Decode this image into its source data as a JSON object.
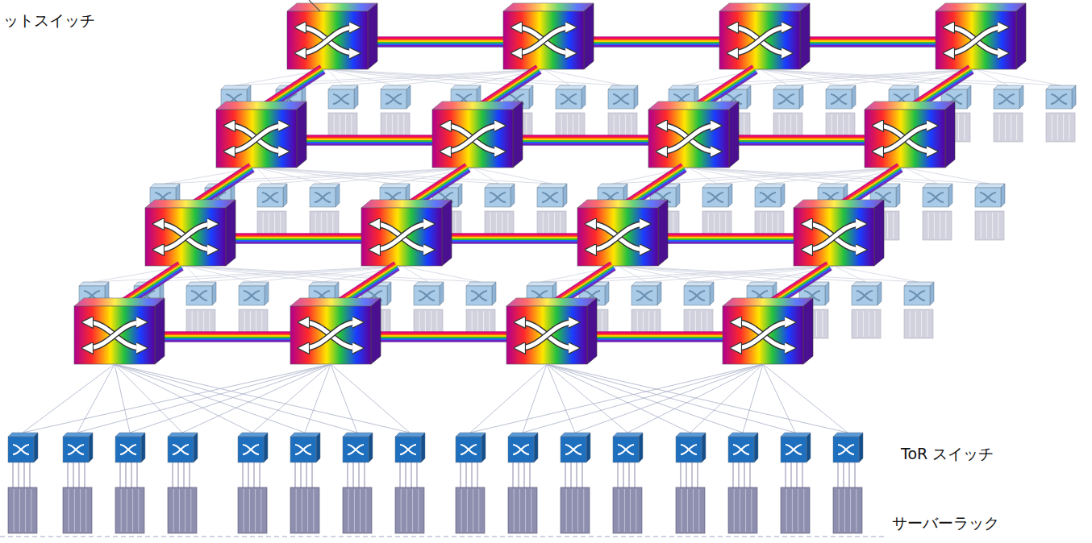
{
  "diagram": {
    "labels": [
      "ットスイッチ",
      "ToR スイッチ",
      "サーバーラック"
    ]
  }
}
